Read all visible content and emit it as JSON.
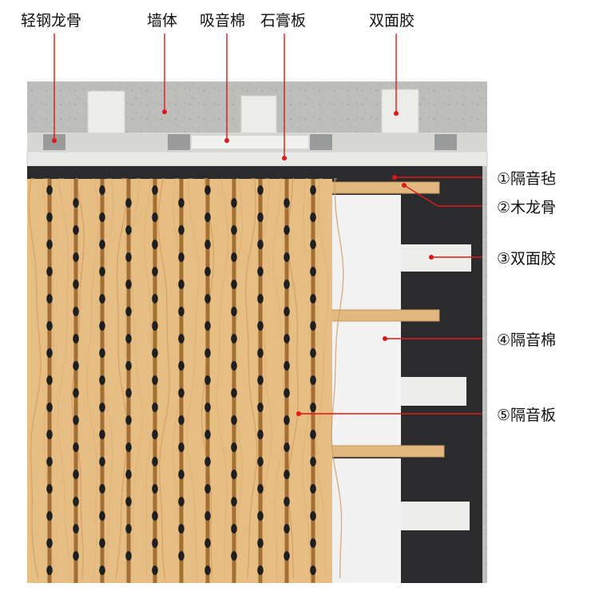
{
  "labels": {
    "top": {
      "light_steel_keel": "轻钢龙骨",
      "wall": "墙体",
      "absorb_cotton": "吸音棉",
      "gypsum_board": "石膏板",
      "double_tape": "双面胶"
    },
    "right": {
      "felt": "①隔音毡",
      "wood_keel": "②木龙骨",
      "tape": "③双面胶",
      "cotton": "④隔音棉",
      "panel": "⑤隔音板"
    }
  },
  "colors": {
    "leader_line": "#e01818",
    "concrete": "#b9b9b7",
    "felt": "#2b2b2d",
    "wood": "#e6bd83",
    "slot": "#9c6a2e",
    "cotton": "#f2f2f2",
    "batten": "#e2b880"
  }
}
